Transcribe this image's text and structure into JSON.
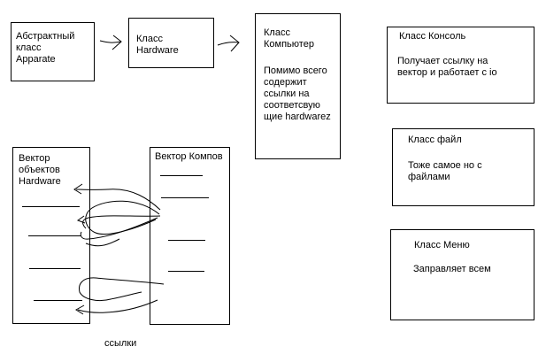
{
  "boxes": {
    "apparate": {
      "text": "Абстрактный\nкласс\nApparate"
    },
    "hardware": {
      "text": "Класс\nHardware"
    },
    "computer": {
      "title": "Класс\nКомпьютер",
      "body": "Помимо всего\nсодержит\nссылки на\nсоответсвую\nщие hardwarez"
    },
    "console": {
      "title": "Класс Консоль",
      "body": "Получает ссылку на\nвектор и работает с io"
    },
    "file": {
      "title": "Класс файл",
      "body": "Тоже самое но с\nфайлами"
    },
    "menu": {
      "title": "Класс Меню",
      "body": "Заправляет всем"
    },
    "hw_vector": {
      "text": "Вектор\nобъектов\nHardware"
    },
    "comp_vector": {
      "text": "Вектор Компов"
    }
  },
  "links_label": "ссылки"
}
